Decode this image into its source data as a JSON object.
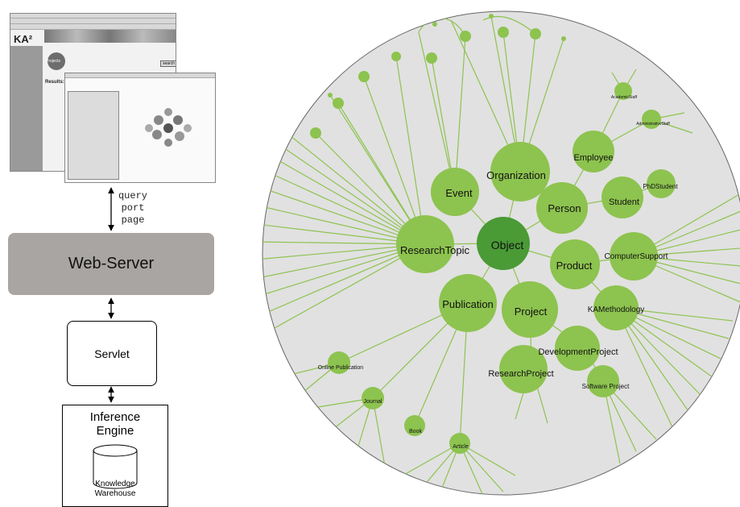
{
  "screenshot": {
    "logo": "KA²",
    "projects_label": "Projects",
    "results_label": "Results:",
    "search_button": "search"
  },
  "protocol_labels": [
    "query",
    "port",
    "page"
  ],
  "web_server": "Web-Server",
  "servlet": "Servlet",
  "inference_engine": [
    "Inference",
    "Engine"
  ],
  "knowledge_warehouse": [
    "Knowledge",
    "Warehouse"
  ],
  "hyperbolic_tree": {
    "colors": {
      "background": "#e1e1e1",
      "node": "#8dc34f",
      "center": "#4a9a36",
      "edge": "#8dc34f"
    },
    "root": "Object",
    "large_nodes": [
      "Organization",
      "Event",
      "Person",
      "Employee",
      "Student",
      "PhDStudent",
      "ResearchTopic",
      "Product",
      "ComputerSupport",
      "Publication",
      "Project",
      "KAMethodology",
      "DevelopmentProject",
      "ResearchProject",
      "Software Project"
    ],
    "small_nodes": [
      "AcademicStaff",
      "AdministrativeStaff",
      "Online Publication",
      "Journal",
      "Book",
      "Article"
    ]
  }
}
